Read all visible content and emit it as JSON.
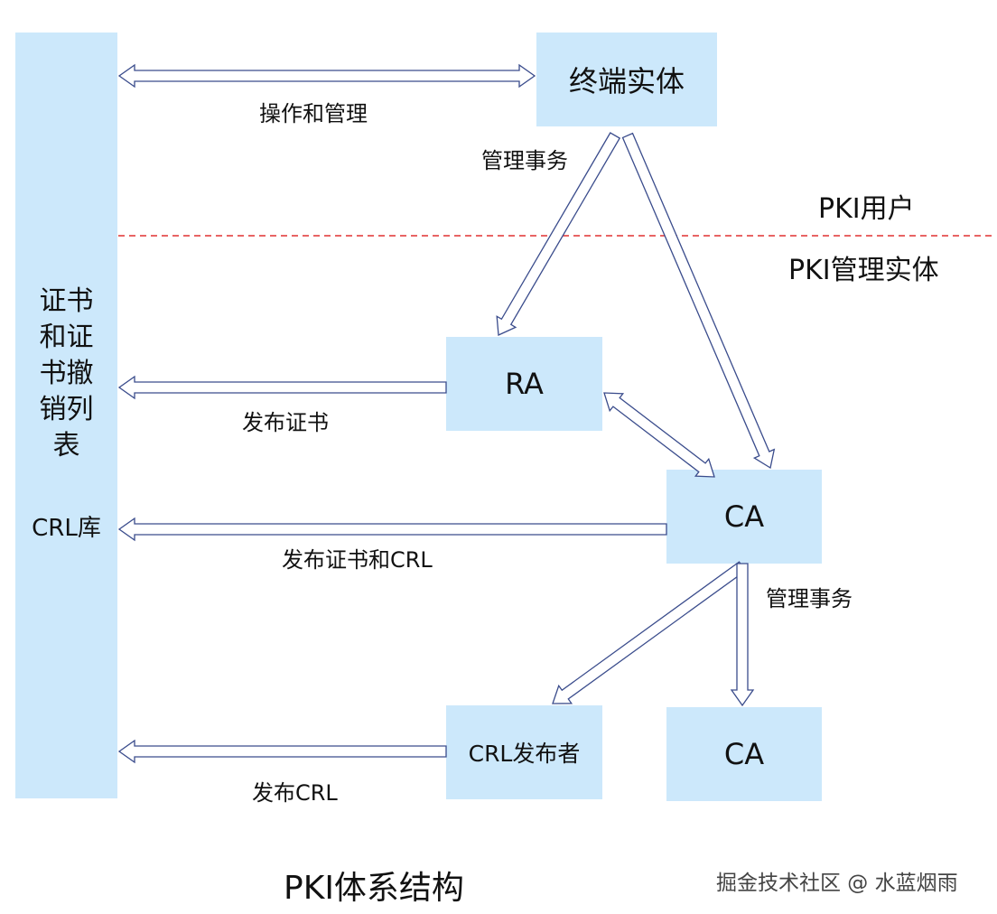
{
  "diagram": {
    "nodes": {
      "repository_title": "证书和证书撤销列表",
      "repository_sub": "CRL库",
      "end_entity": "终端实体",
      "ra": "RA",
      "ca_main": "CA",
      "crl_publisher": "CRL发布者",
      "ca_sub": "CA"
    },
    "edges": {
      "operate_manage": "操作和管理",
      "mgmt_tx_top": "管理事务",
      "publish_cert": "发布证书",
      "publish_cert_crl": "发布证书和CRL",
      "mgmt_tx_bottom": "管理事务",
      "publish_crl": "发布CRL"
    },
    "zones": {
      "upper": "PKI用户",
      "lower": "PKI管理实体"
    },
    "caption": "PKI体系结构",
    "watermark": "掘金技术社区 @ 水蓝烟雨"
  },
  "colors": {
    "box_fill": "#cce8fb",
    "arrow_fill": "#ffffff",
    "arrow_stroke": "#3a4c8c",
    "divider": "#e03030"
  }
}
